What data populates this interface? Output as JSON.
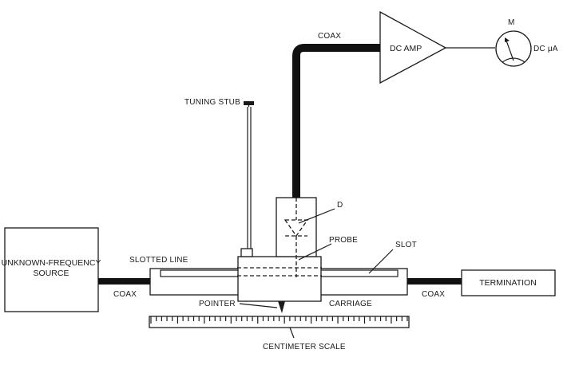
{
  "labels": {
    "source": "UNKNOWN-FREQUENCY SOURCE",
    "coax_left": "COAX",
    "slotted_line": "SLOTTED LINE",
    "pointer": "POINTER",
    "carriage": "CARRIAGE",
    "centimeter_scale": "CENTIMETER SCALE",
    "slot": "SLOT",
    "probe": "PROBE",
    "detector": "D",
    "tuning_stub": "TUNING STUB",
    "coax_top": "COAX",
    "dc_amp": "DC AMP",
    "meter": "M",
    "meter_units": "DC μA",
    "coax_right": "COAX",
    "termination": "TERMINATION"
  },
  "scale": {
    "ticks": 48
  },
  "colors": {
    "ink": "#1a1a1a",
    "cable": "#111111",
    "background": "#ffffff"
  }
}
